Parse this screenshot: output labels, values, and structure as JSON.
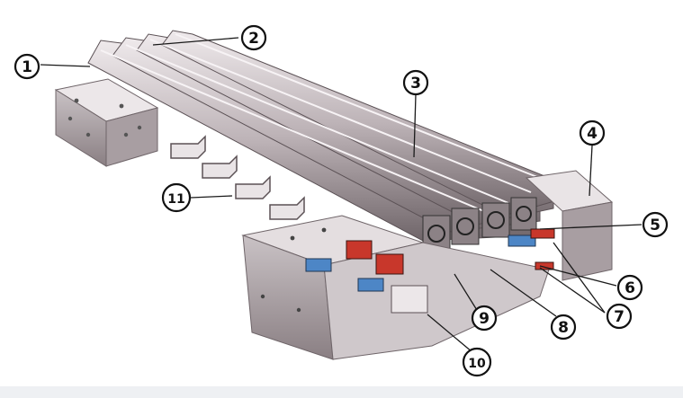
{
  "callouts": [
    {
      "id": "1",
      "label": "①"
    },
    {
      "id": "2",
      "label": "②"
    },
    {
      "id": "3",
      "label": "③"
    },
    {
      "id": "4",
      "label": "④"
    },
    {
      "id": "5",
      "label": "⑤"
    },
    {
      "id": "6",
      "label": "⑥"
    },
    {
      "id": "7",
      "label": "⑦"
    },
    {
      "id": "8",
      "label": "⑧"
    },
    {
      "id": "9",
      "label": "⑨"
    },
    {
      "id": "10",
      "label": "⑩"
    },
    {
      "id": "11",
      "label": "⑪"
    }
  ],
  "colors": {
    "steel_light": "#d9d4d6",
    "steel_mid": "#b7aeb2",
    "steel_dark": "#7d7276",
    "brush_red": "#c8372b",
    "insulator_blue": "#4d86c6",
    "background": "#ffffff"
  }
}
